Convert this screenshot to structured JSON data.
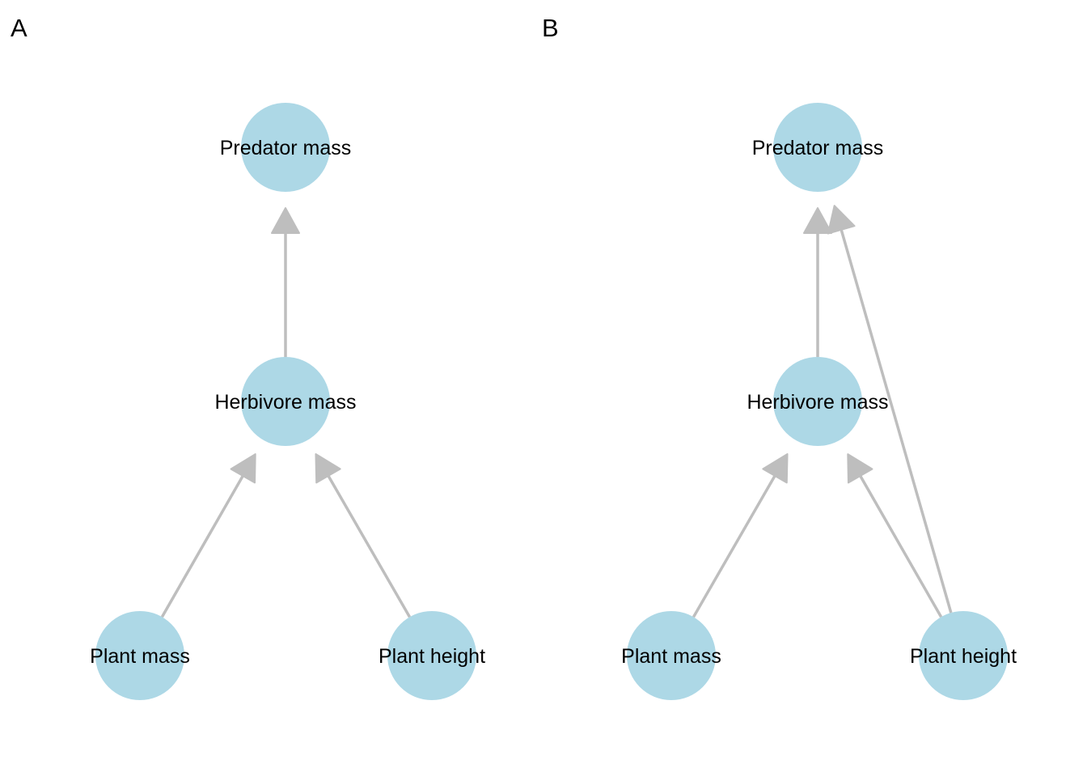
{
  "colors": {
    "node_fill": "#add8e6",
    "edge": "#bebebe",
    "text": "#000000",
    "background": "#ffffff"
  },
  "panels": [
    {
      "id": "a",
      "letter": "A",
      "nodes": [
        {
          "id": "predator",
          "label": "Predator mass"
        },
        {
          "id": "herbivore",
          "label": "Herbivore mass"
        },
        {
          "id": "plant_mass",
          "label": "Plant mass"
        },
        {
          "id": "plant_height",
          "label": "Plant height"
        }
      ],
      "edges": [
        {
          "from": "plant_mass",
          "to": "herbivore"
        },
        {
          "from": "plant_height",
          "to": "herbivore"
        },
        {
          "from": "herbivore",
          "to": "predator"
        }
      ]
    },
    {
      "id": "b",
      "letter": "B",
      "nodes": [
        {
          "id": "predator",
          "label": "Predator mass"
        },
        {
          "id": "herbivore",
          "label": "Herbivore mass"
        },
        {
          "id": "plant_mass",
          "label": "Plant mass"
        },
        {
          "id": "plant_height",
          "label": "Plant height"
        }
      ],
      "edges": [
        {
          "from": "plant_mass",
          "to": "herbivore"
        },
        {
          "from": "plant_height",
          "to": "herbivore"
        },
        {
          "from": "herbivore",
          "to": "predator"
        },
        {
          "from": "plant_height",
          "to": "predator"
        }
      ]
    }
  ]
}
